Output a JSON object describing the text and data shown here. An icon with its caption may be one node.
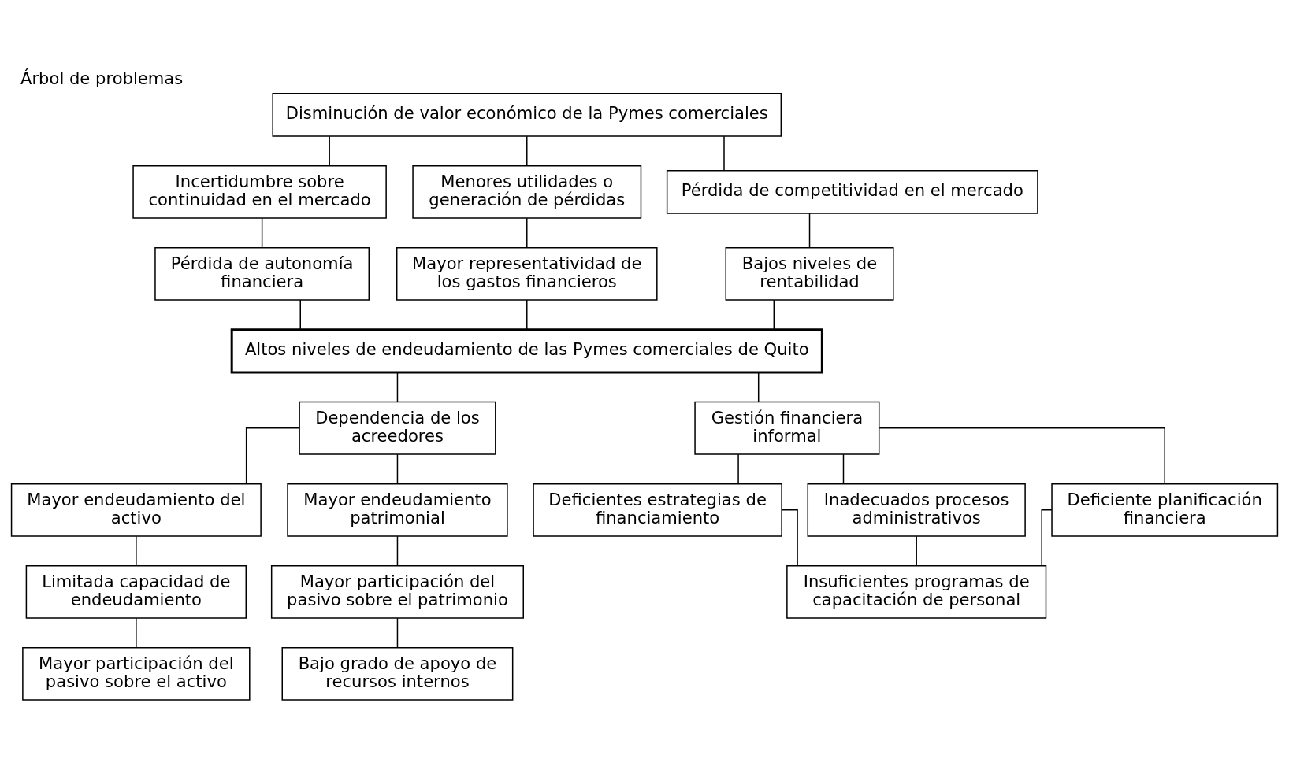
{
  "diagram": {
    "title": "Árbol de problemas",
    "nodes": [
      {
        "text": [
          "Disminución de valor económico de la Pymes comerciales"
        ]
      },
      {
        "text": [
          "Incertidumbre sobre continuidad en el mercado"
        ]
      },
      {
        "text": [
          "Menores utilidades o generación de pérdidas"
        ]
      },
      {
        "text": [
          "Pérdida de competitividad en el mercado"
        ]
      },
      {
        "text": [
          "Pérdida de autonomía financiera"
        ]
      },
      {
        "text": [
          "Mayor representatividad de los gastos financieros"
        ]
      },
      {
        "text": [
          "Bajos niveles de rentabilidad"
        ]
      },
      {
        "text": [
          "Altos niveles de endeudamiento de las Pymes comerciales de Quito"
        ]
      },
      {
        "text": [
          "Dependencia de los acreedores"
        ]
      },
      {
        "text": [
          "Gestión financiera informal"
        ]
      },
      {
        "text": [
          "Mayor endeudamiento del activo"
        ]
      },
      {
        "text": [
          "Mayor endeudamiento patrimonial"
        ]
      },
      {
        "text": [
          "Limitada capacidad de endeudamiento"
        ]
      },
      {
        "text": [
          "Mayor participación del pasivo sobre el patrimonio"
        ]
      },
      {
        "text": [
          "Mayor participación del pasivo sobre el activo"
        ]
      },
      {
        "text": [
          "Bajo grado de apoyo de recursos internos"
        ]
      },
      {
        "text": [
          "Deficientes estrategias de financiamiento"
        ]
      },
      {
        "text": [
          "Inadecuados procesos administrativos"
        ]
      },
      {
        "text": [
          "Deficiente planificación financiera"
        ]
      },
      {
        "text": [
          "Insuficientes programas de capacitación de personal"
        ]
      }
    ],
    "edges": [
      {
        "from": 0,
        "to": 1,
        "arrow": "none"
      },
      {
        "from": 0,
        "to": 2,
        "arrow": "none"
      },
      {
        "from": 0,
        "to": 3,
        "arrow": "none"
      },
      {
        "from": 1,
        "to": 4,
        "arrow": "none"
      },
      {
        "from": 2,
        "to": 5,
        "arrow": "none"
      },
      {
        "from": 3,
        "to": 6,
        "arrow": "none"
      },
      {
        "from": 4,
        "to": 7,
        "arrow": "none"
      },
      {
        "from": 5,
        "to": 7,
        "arrow": "none"
      },
      {
        "from": 6,
        "to": 7,
        "arrow": "none"
      },
      {
        "from": 7,
        "to": 8,
        "arrow": "none"
      },
      {
        "from": 7,
        "to": 9,
        "arrow": "none"
      },
      {
        "from": 8,
        "to": 10,
        "arrow": "none"
      },
      {
        "from": 8,
        "to": 11,
        "arrow": "none"
      },
      {
        "from": 10,
        "to": 12,
        "arrow": "none"
      },
      {
        "from": 12,
        "to": 14,
        "arrow": "none"
      },
      {
        "from": 11,
        "to": 13,
        "arrow": "none"
      },
      {
        "from": 13,
        "to": 15,
        "arrow": "none"
      },
      {
        "from": 9,
        "to": 16,
        "arrow": "none"
      },
      {
        "from": 9,
        "to": 17,
        "arrow": "none"
      },
      {
        "from": 9,
        "to": 18,
        "arrow": "none"
      },
      {
        "from": 16,
        "to": 19,
        "arrow": "none"
      },
      {
        "from": 17,
        "to": 19,
        "arrow": "none"
      },
      {
        "from": 18,
        "to": 19,
        "arrow": "none"
      }
    ]
  }
}
